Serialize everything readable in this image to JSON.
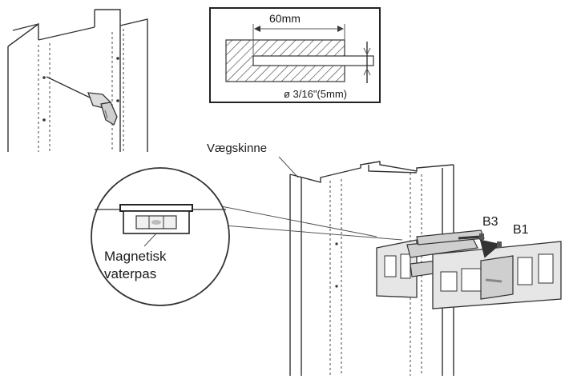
{
  "detail": {
    "depth_label": "60mm",
    "diameter_label": "ø 3/16\"(5mm)"
  },
  "labels": {
    "wall_rail": "Vægskinne",
    "bolt_b3": "B3",
    "bolt_b1": "B1",
    "level_line1": "Magnetisk",
    "level_line2": "vaterpas"
  }
}
